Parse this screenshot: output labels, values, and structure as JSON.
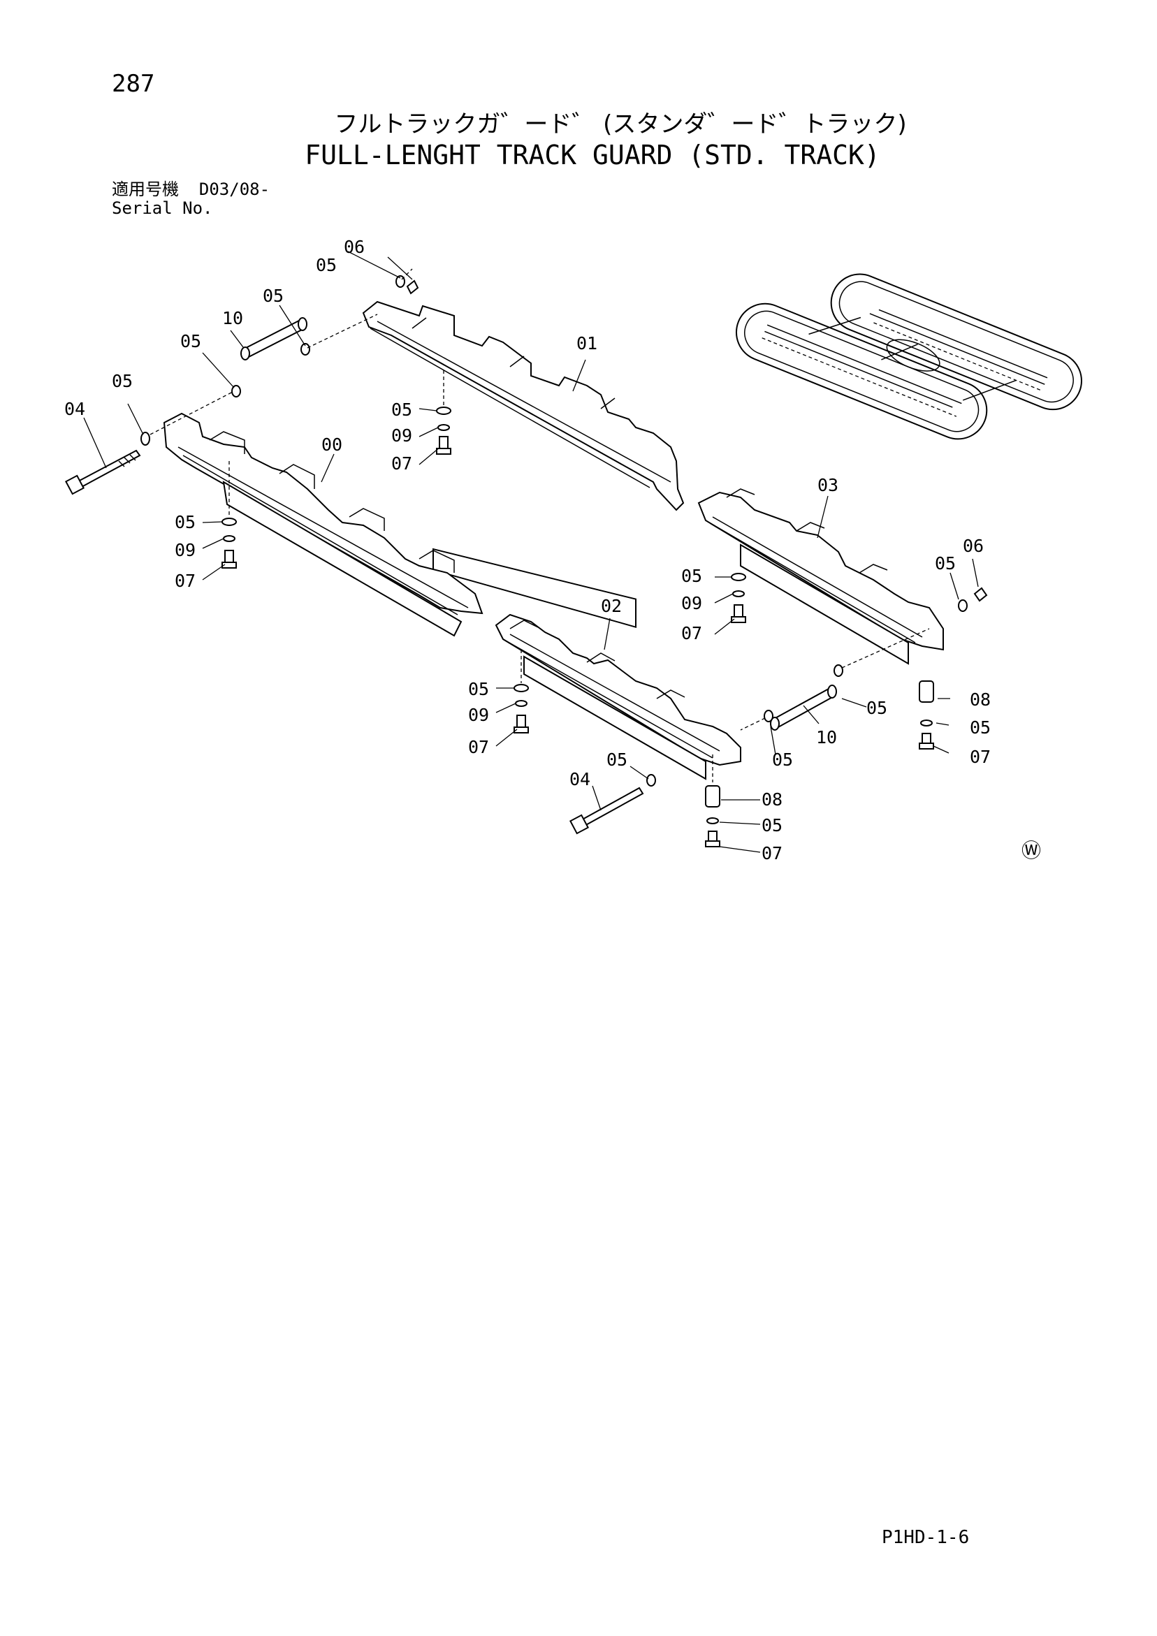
{
  "page": {
    "number": "287",
    "title_jp": "フルトラックガ゛ード゛ (スタンダ゛ード゛トラック)",
    "title_en": "FULL-LENGHT TRACK GUARD (STD. TRACK)",
    "serial_label_jp": "適用号機",
    "serial_value": "D03/08-",
    "serial_label_en": "Serial No.",
    "footer_code": "P1HD-1-6",
    "watermark_symbol": "Ⓦ"
  },
  "callouts": {
    "c00": "00",
    "c01": "01",
    "c02": "02",
    "c03": "03",
    "c04a": "04",
    "c04b": "04",
    "c05a": "05",
    "c05b": "05",
    "c05c": "05",
    "c05d": "05",
    "c05e": "05",
    "c05f": "05",
    "c05g": "05",
    "c05h": "05",
    "c05i": "05",
    "c05j": "05",
    "c05k": "05",
    "c05l": "05",
    "c05m": "05",
    "c05n": "05",
    "c06a": "06",
    "c06b": "06",
    "c07a": "07",
    "c07b": "07",
    "c07c": "07",
    "c07d": "07",
    "c07e": "07",
    "c07f": "07",
    "c08a": "08",
    "c08b": "08",
    "c09a": "09",
    "c09b": "09",
    "c09c": "09",
    "c09d": "09",
    "c10a": "10",
    "c10b": "10"
  }
}
